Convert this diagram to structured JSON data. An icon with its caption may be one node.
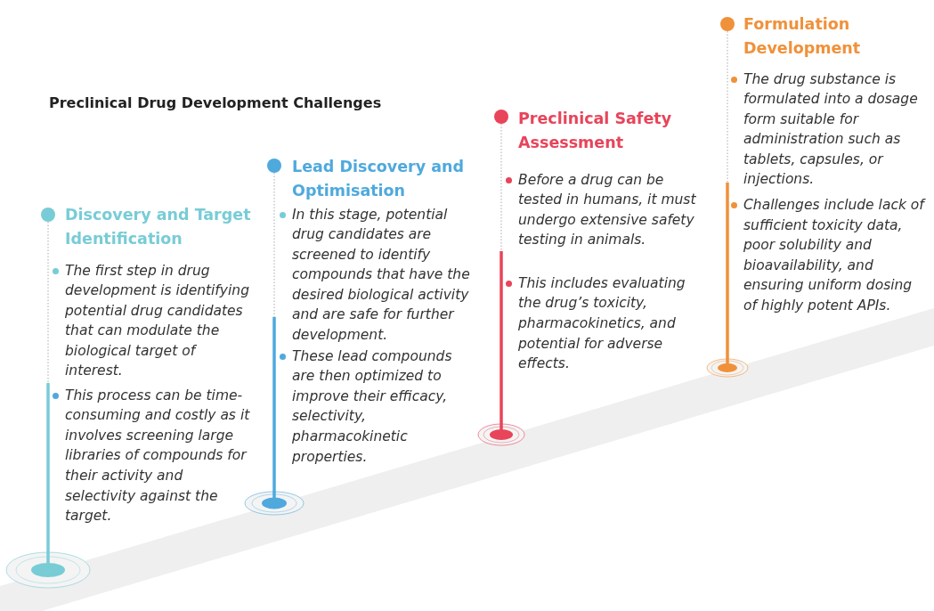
{
  "diagram": {
    "title": "Preclinical Drug Development Challenges",
    "nodes": [
      {
        "text": [
          "Discovery and Target Identification",
          "The first step in drug development is identifying potential drug candidates that can modulate the biological target of interest.",
          "This process can be time-consuming and costly as it involves screening large libraries of compounds for their activity and selectivity against the target."
        ]
      },
      {
        "text": [
          "Lead Discovery and Optimisation",
          "In this stage, potential drug candidates are screened to identify compounds that have the desired biological activity and are safe for further development.",
          "These lead compounds are then optimized to improve their efficacy, selectivity, pharmacokinetic properties."
        ]
      },
      {
        "text": [
          "Preclinical Safety Assessment",
          "Before a drug can be tested in humans, it must undergo extensive safety testing in animals.",
          "This includes evaluating the drug’s toxicity, pharmacokinetics, and potential for adverse effects."
        ]
      },
      {
        "text": [
          "Formulation Development",
          "The drug substance is formulated into a dosage form suitable for administration such as tablets, capsules, or injections.",
          "Challenges include lack of sufficient toxicity data, poor solubility and bioavailability, and ensuring uniform dosing of highly potent APIs."
        ]
      }
    ]
  }
}
